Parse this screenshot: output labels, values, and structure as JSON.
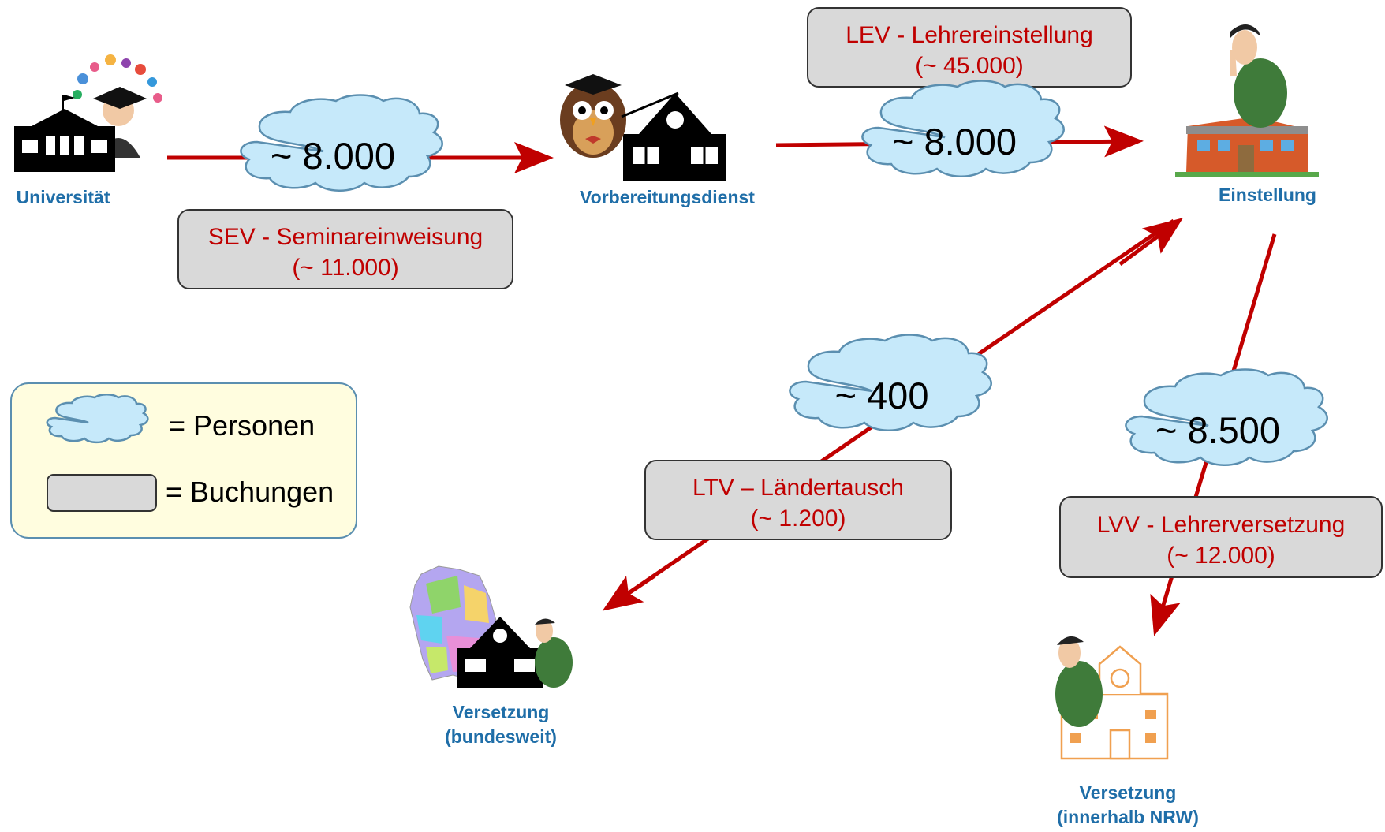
{
  "colors": {
    "arrow": "#c00000",
    "node_label": "#1f6ea8",
    "cloud_fill": "#c6e9fa",
    "box_fill": "#d9d9d9",
    "box_text": "#c00000",
    "legend_fill": "#fffddf"
  },
  "nodes": {
    "universitaet": {
      "label": "Universität",
      "icon": "university-graduate-icon"
    },
    "vorbereitungsdienst": {
      "label": "Vorbereitungsdienst",
      "icon": "owl-teacher-school-icon"
    },
    "einstellung": {
      "label": "Einstellung",
      "icon": "teacher-school-icon"
    },
    "versetzung_bund": {
      "label_line1": "Versetzung",
      "label_line2": "(bundesweit)",
      "icon": "germany-map-school-icon"
    },
    "versetzung_nrw": {
      "label_line1": "Versetzung",
      "label_line2": "(innerhalb NRW)",
      "icon": "teacher-school-sketch-icon"
    }
  },
  "flows": {
    "sev": {
      "persons": "~ 8.000",
      "booking_line1": "SEV - Seminareinweisung",
      "booking_line2": "(~ 11.000)"
    },
    "lev": {
      "persons": "~ 8.000",
      "booking_line1": "LEV - Lehrereinstellung",
      "booking_line2": "(~ 45.000)"
    },
    "ltv": {
      "persons": "~ 400",
      "booking_line1": "LTV – Ländertausch",
      "booking_line2": "(~ 1.200)"
    },
    "lvv": {
      "persons": "~ 8.500",
      "booking_line1": "LVV - Lehrerversetzung",
      "booking_line2": "(~ 12.000)"
    }
  },
  "legend": {
    "persons_label": "= Personen",
    "bookings_label": "= Buchungen"
  }
}
